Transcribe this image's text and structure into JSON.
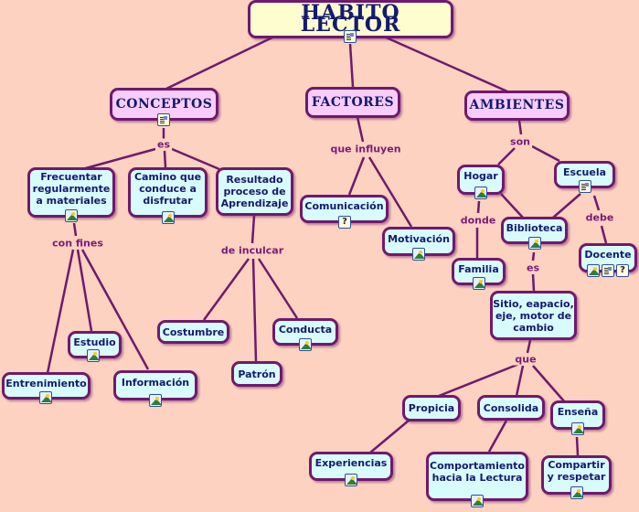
{
  "root": {
    "label": "HABITO  LECTOR",
    "icons": [
      "doc"
    ]
  },
  "main": [
    {
      "id": "conceptos",
      "label": "CONCEPTOS",
      "icons": [
        "doc"
      ]
    },
    {
      "id": "factores",
      "label": "FACTORES",
      "icons": []
    },
    {
      "id": "ambientes",
      "label": "AMBIENTES",
      "icons": []
    }
  ],
  "linking_phrases": {
    "es1": "es",
    "con_fines": "con fines",
    "de_inculcar": "de inculcar",
    "que_influyen": "que influyen",
    "son": "son",
    "donde": "donde",
    "debe": "debe",
    "es2": "es",
    "que": "que"
  },
  "concepts": {
    "frecuentar": {
      "label": "Frecuentar regularmente a materiales",
      "icons": [
        "img"
      ]
    },
    "camino": {
      "label": "Camino que conduce a disfrutar",
      "icons": [
        "img"
      ]
    },
    "resultado": {
      "label": "Resultado proceso de Aprendizaje",
      "icons": []
    },
    "estudio": {
      "label": "Estudio",
      "icons": [
        "img"
      ]
    },
    "entrenimiento": {
      "label": "Entrenimiento",
      "icons": [
        "img"
      ]
    },
    "informacion": {
      "label": "Información",
      "icons": [
        "img"
      ]
    },
    "costumbre": {
      "label": "Costumbre",
      "icons": []
    },
    "conducta": {
      "label": "Conducta",
      "icons": [
        "img"
      ]
    },
    "patron": {
      "label": "Patrón",
      "icons": []
    },
    "comunicacion": {
      "label": "Comunicación",
      "icons": [
        "q"
      ]
    },
    "motivacion": {
      "label": "Motivación",
      "icons": [
        "img"
      ]
    },
    "hogar": {
      "label": "Hogar",
      "icons": [
        "img"
      ]
    },
    "escuela": {
      "label": "Escuela",
      "icons": [
        "doc"
      ]
    },
    "biblioteca": {
      "label": "Biblioteca",
      "icons": [
        "img"
      ]
    },
    "familia": {
      "label": "Familia",
      "icons": [
        "img"
      ]
    },
    "docente": {
      "label": "Docente",
      "icons": [
        "img",
        "doc",
        "q"
      ]
    },
    "sitio": {
      "label": "Sitio, eapacio, eje, motor de cambio",
      "icons": []
    },
    "propicia": {
      "label": "Propicia",
      "icons": []
    },
    "consolida": {
      "label": "Consolida",
      "icons": []
    },
    "ensena": {
      "label": "Enseña",
      "icons": [
        "img"
      ]
    },
    "experiencias": {
      "label": "Experiencias",
      "icons": [
        "img"
      ]
    },
    "comportamiento": {
      "label": "Comportamiento hacia la Lectura",
      "icons": [
        "img"
      ]
    },
    "compartir": {
      "label": "Compartir y respetar",
      "icons": [
        "img"
      ]
    }
  },
  "colors": {
    "background": "#fdd2c0",
    "concept_fill": "#d8fcfc",
    "main_fill": "#f9cdfb",
    "root_fill": "#fdfdd0",
    "border": "#6e1a6e",
    "text": "#141a6e",
    "link_text": "#7a1a7a"
  }
}
